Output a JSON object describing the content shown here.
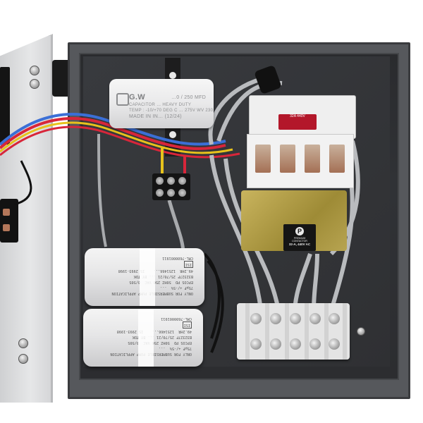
{
  "scene": {
    "subject": "Open electrical pump control panel with capacitors, contactor and terminal blocks",
    "colors": {
      "enclosure": "#56585c",
      "interior": "#2f3033",
      "door": "#e2e3e4",
      "contactor_coil": "#b7a451",
      "wire_red": "#d8263a",
      "wire_blue": "#3b6fd6",
      "wire_yellow": "#e7c21c",
      "wire_gray": "#b9bbbe"
    }
  },
  "run_capacitor": {
    "brand": "G.W",
    "rating": "…0 / 250 MFD",
    "line2": "CAPACITOR …  HEAVY DUTY",
    "line3": "TEMP : -10/+70 DEG C … 275V WV 230",
    "line4": "MADE IN IN… (12/24)"
  },
  "start_capacitors": [
    {
      "lines": [
        "ONLY FOR SUBMERSIBLE PUMP APPLICATION",
        "75µF +/-5%  ...",
        "EPCOS PD  50HZ 250 VAC  0/50S",
        "B32327F 25/70/21 ... BY TDK",
        "49.2HR  1251466... ",
        "IS 2993-1998",
        "ISI",
        "CML-7600001911"
      ]
    },
    {
      "lines": [
        "ONLY FOR SUBMERSIBLE PUMP APPLICATION",
        "75µF +/-5%  ...",
        "EPCOS PD  50HZ 250 VAC  0/50S",
        "B32327F 25/70/21 ... BY TDK",
        "49.2HR  1251466... ",
        "IS 2993-1998",
        "ISI",
        "CML-7600001911"
      ]
    }
  ],
  "contactor": {
    "top_label": "32A  440V",
    "plate_brand": "P",
    "plate_line1": "PREMIUM",
    "plate_line2": "CONTACTOR",
    "plate_line3": "32-A, 440V AC"
  },
  "terminal_blocks": {
    "small": {
      "screws": 6
    },
    "large": {
      "positions": 5,
      "rows": 2
    }
  }
}
